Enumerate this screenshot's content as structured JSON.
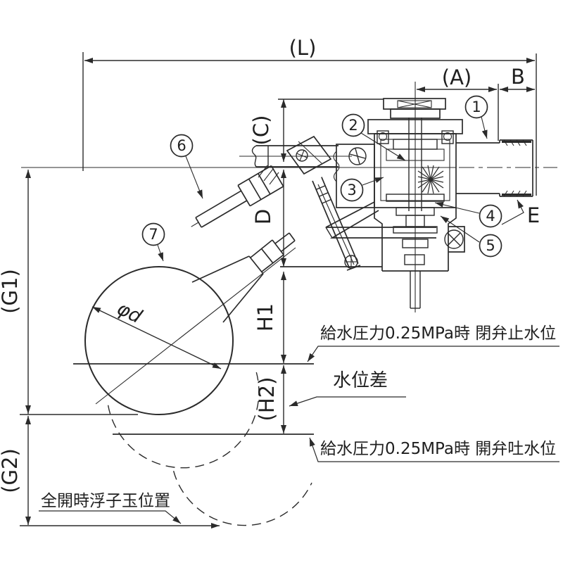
{
  "drawing": {
    "dim_labels": {
      "L": "(L)",
      "A": "(A)",
      "B": "B",
      "C": "(C)",
      "D": "D",
      "H1": "H1",
      "H2": "(H2)",
      "G1": "(G1)",
      "G2": "(G2)",
      "E": "E",
      "phi_d": "φd"
    },
    "part_labels": {
      "p1": "1",
      "p2": "2",
      "p3": "3",
      "p4": "4",
      "p5": "5",
      "p6": "6",
      "p7": "7"
    },
    "annotations": {
      "closed_water_level": "給水圧力0.25MPa時 閉弁止水位",
      "water_level_difference": "水位差",
      "open_water_level": "給水圧力0.25MPa時 開弁吐水位",
      "full_open_float_position": "全開時浮子玉位置"
    },
    "colors": {
      "line": "#2b2b2b",
      "background": "#ffffff"
    }
  }
}
